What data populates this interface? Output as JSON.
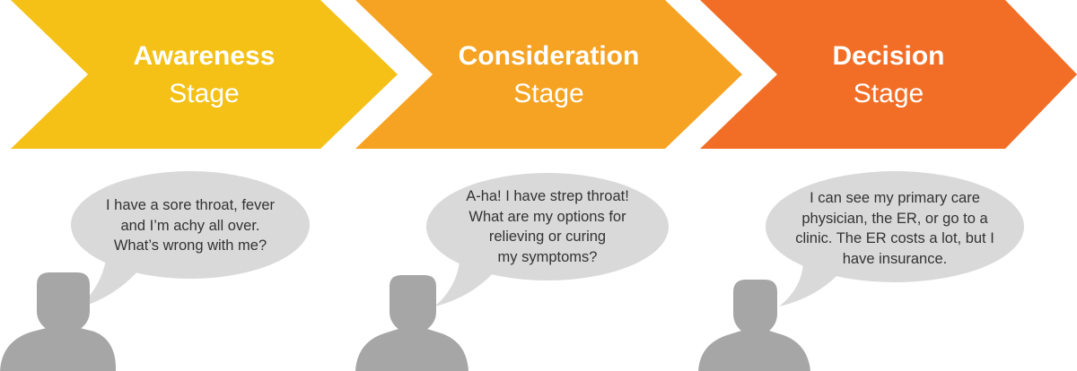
{
  "colors": {
    "awareness": "#f5c116",
    "consideration": "#f6a323",
    "decision": "#f26e26",
    "bubble": "#d9d9d9",
    "person": "#a6a6a6"
  },
  "stages": [
    {
      "title": "Awareness",
      "subtitle": "Stage",
      "quote": [
        "I have a sore throat, fever",
        "and I’m achy all over.",
        "What’s wrong with me?"
      ]
    },
    {
      "title": "Consideration",
      "subtitle": "Stage",
      "quote": [
        "A-ha! I have strep throat!",
        "What are my options for",
        "relieving or curing",
        "my symptoms?"
      ]
    },
    {
      "title": "Decision",
      "subtitle": "Stage",
      "quote": [
        "I can see my primary care",
        "physician, the ER, or go to a",
        "clinic. The ER costs a lot, but I",
        "have insurance."
      ]
    }
  ]
}
